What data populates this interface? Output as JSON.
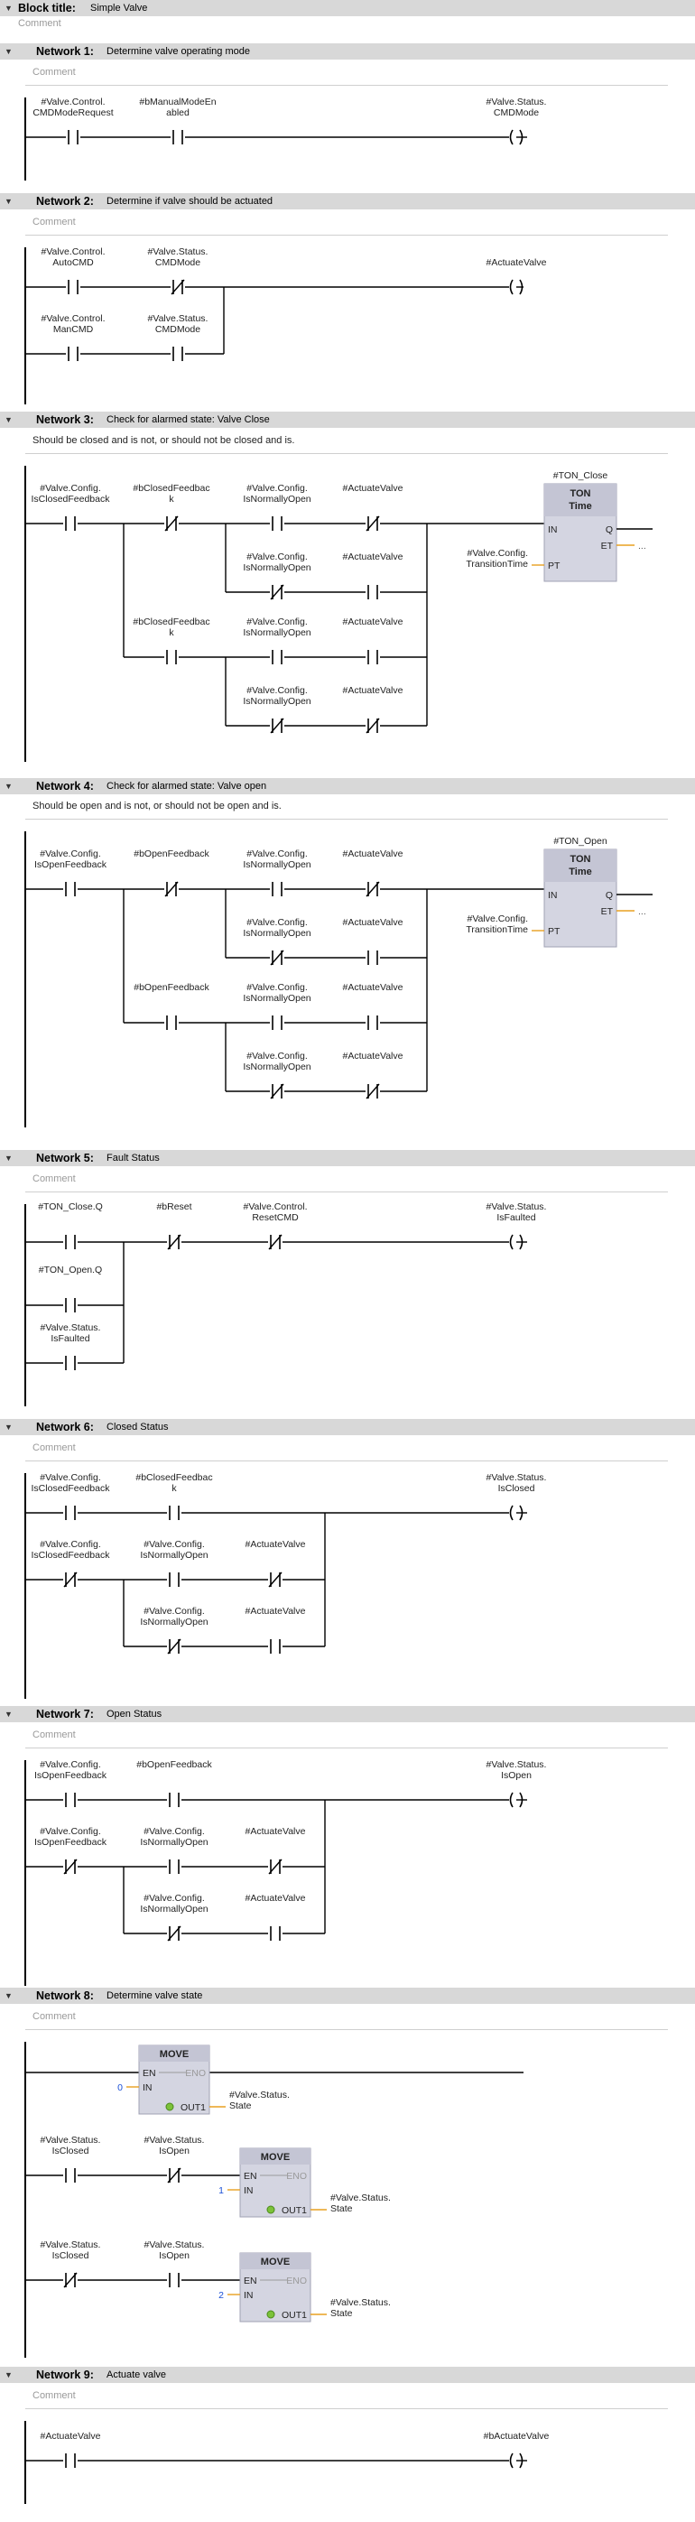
{
  "block": {
    "label": "Block title:",
    "title": "Simple Valve",
    "comment": "Comment"
  },
  "networks": [
    {
      "label": "Network 1:",
      "title": "Determine valve operating mode",
      "comment": "Comment",
      "tags": {
        "a": [
          "#Valve.Control.",
          "CMDModeRequest"
        ],
        "b": [
          "#bManualModeEn",
          "abled"
        ],
        "out": [
          "#Valve.Status.",
          "CMDMode"
        ]
      }
    },
    {
      "label": "Network 2:",
      "title": "Determine if valve should be actuated",
      "comment": "Comment",
      "tags": {
        "a": [
          "#Valve.Control.",
          "AutoCMD"
        ],
        "b": [
          "#Valve.Status.",
          "CMDMode"
        ],
        "c": [
          "#Valve.Control.",
          "ManCMD"
        ],
        "d": [
          "#Valve.Status.",
          "CMDMode"
        ],
        "out": [
          "#ActuateValve"
        ]
      }
    },
    {
      "label": "Network 3:",
      "title": "Check for alarmed state: Valve Close",
      "comment": "Should be closed and is not, or should not be closed and is.",
      "tags": {
        "a": [
          "#Valve.Config.",
          "IsClosedFeedback"
        ],
        "fb": [
          "#bClosedFeedbac",
          "k"
        ],
        "no": [
          "#Valve.Config.",
          "IsNormallyOpen"
        ],
        "act": [
          "#ActuateValve"
        ],
        "timer": "#TON_Close",
        "pt": [
          "#Valve.Config.",
          "TransitionTime"
        ]
      }
    },
    {
      "label": "Network 4:",
      "title": "Check for alarmed state: Valve open",
      "comment": "Should be open and is not, or should not be open and is.",
      "tags": {
        "a": [
          "#Valve.Config.",
          "IsOpenFeedback"
        ],
        "fb": [
          "#bOpenFeedback"
        ],
        "no": [
          "#Valve.Config.",
          "IsNormallyOpen"
        ],
        "act": [
          "#ActuateValve"
        ],
        "timer": "#TON_Open",
        "pt": [
          "#Valve.Config.",
          "TransitionTime"
        ]
      }
    },
    {
      "label": "Network 5:",
      "title": "Fault Status",
      "comment": "Comment",
      "tags": {
        "a": [
          "#TON_Close.Q"
        ],
        "b": [
          "#bReset"
        ],
        "c": [
          "#Valve.Control.",
          "ResetCMD"
        ],
        "d": [
          "#TON_Open.Q"
        ],
        "e": [
          "#Valve.Status.",
          "IsFaulted"
        ],
        "out": [
          "#Valve.Status.",
          "IsFaulted"
        ]
      }
    },
    {
      "label": "Network 6:",
      "title": "Closed Status",
      "comment": "Comment",
      "tags": {
        "a": [
          "#Valve.Config.",
          "IsClosedFeedback"
        ],
        "b": [
          "#bClosedFeedbac",
          "k"
        ],
        "c": [
          "#Valve.Config.",
          "IsClosedFeedback"
        ],
        "no": [
          "#Valve.Config.",
          "IsNormallyOpen"
        ],
        "act": [
          "#ActuateValve"
        ],
        "out": [
          "#Valve.Status.",
          "IsClosed"
        ]
      }
    },
    {
      "label": "Network 7:",
      "title": "Open Status",
      "comment": "Comment",
      "tags": {
        "a": [
          "#Valve.Config.",
          "IsOpenFeedback"
        ],
        "b": [
          "#bOpenFeedback"
        ],
        "c": [
          "#Valve.Config.",
          "IsOpenFeedback"
        ],
        "no": [
          "#Valve.Config.",
          "IsNormallyOpen"
        ],
        "act": [
          "#ActuateValve"
        ],
        "out": [
          "#Valve.Status.",
          "IsOpen"
        ]
      }
    },
    {
      "label": "Network 8:",
      "title": "Determine valve state",
      "comment": "Comment",
      "tags": {
        "closed": [
          "#Valve.Status.",
          "IsClosed"
        ],
        "open": [
          "#Valve.Status.",
          "IsOpen"
        ],
        "state": [
          "#Valve.Status.",
          "State"
        ],
        "v0": "0",
        "v1": "1",
        "v2": "2"
      }
    },
    {
      "label": "Network 9:",
      "title": "Actuate valve",
      "comment": "Comment",
      "tags": {
        "a": [
          "#ActuateValve"
        ],
        "out": [
          "#bActuateValve"
        ]
      }
    }
  ],
  "boxes": {
    "ton": {
      "type": "TON",
      "sub": "Time",
      "in": "IN",
      "pt": "PT",
      "q": "Q",
      "et": "ET",
      "et_val": "..."
    },
    "move": {
      "type": "MOVE",
      "en": "EN",
      "eno": "ENO",
      "in": "IN",
      "out": "OUT1"
    }
  },
  "colors": {
    "header": "#d8d8d8",
    "box": "#d4d5e1",
    "boxhead": "#c4c5d4",
    "wire": "#000000",
    "accent": "#e8a020",
    "value": "#1a4fd6"
  }
}
